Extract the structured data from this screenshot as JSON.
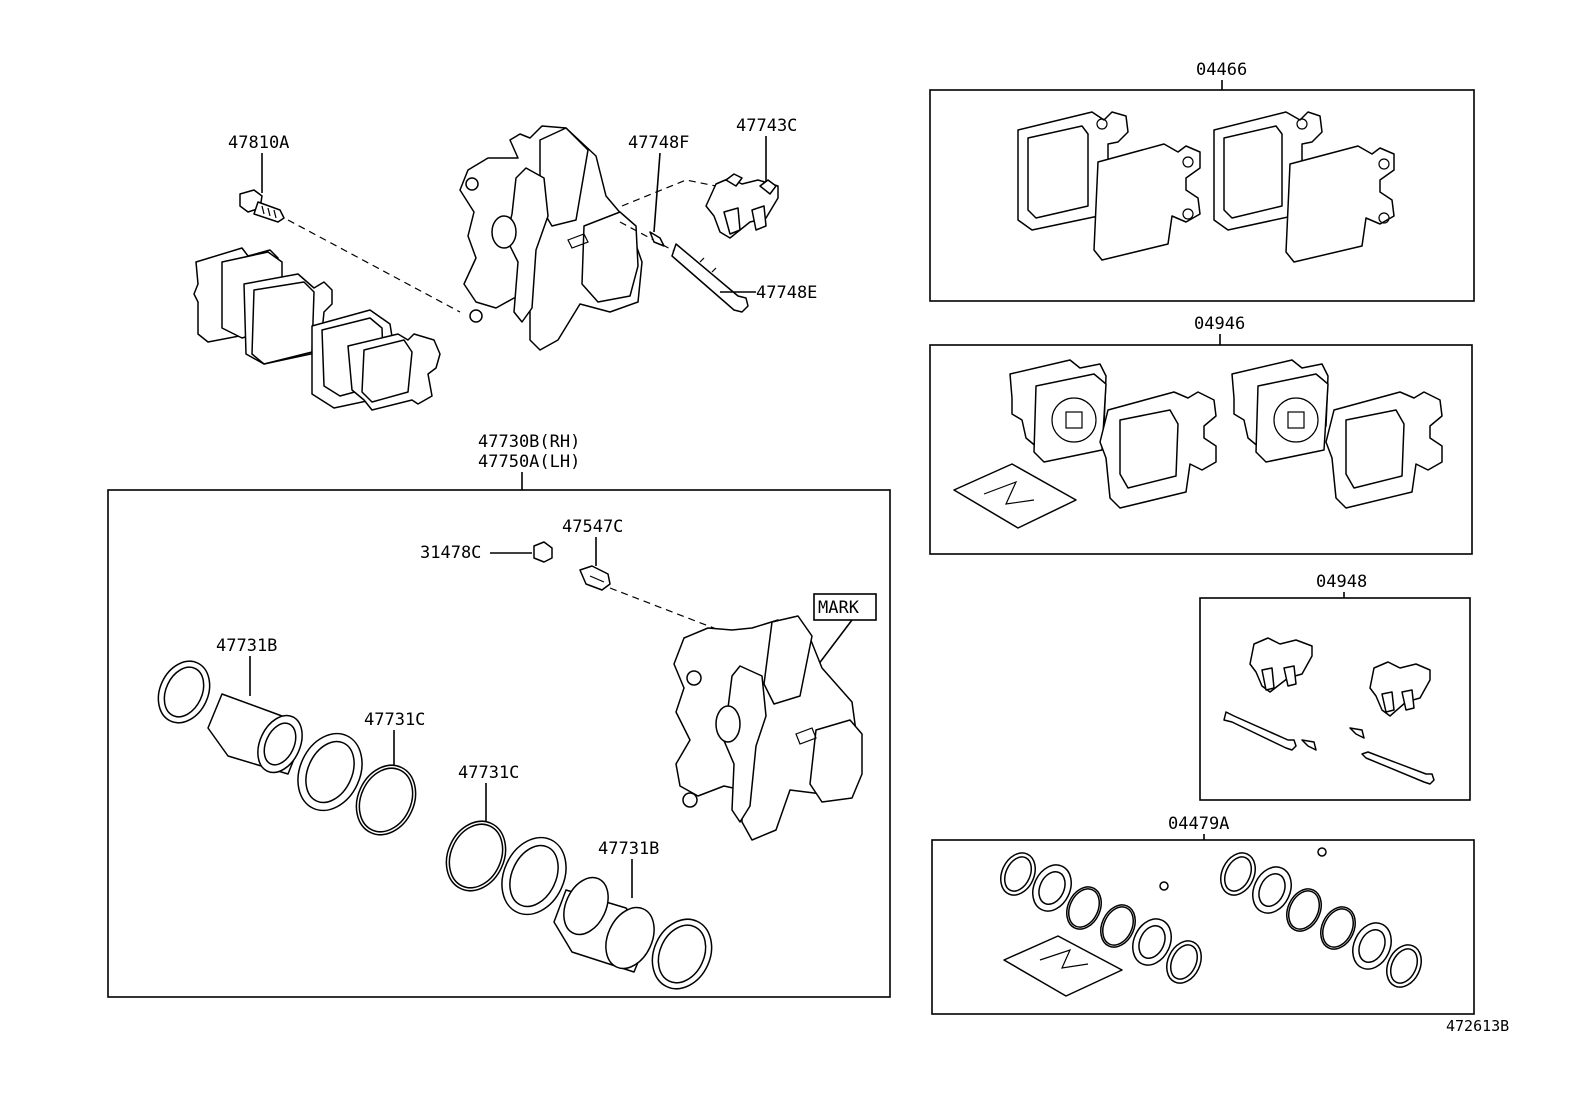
{
  "labels": {
    "l47810A": "47810A",
    "l47748F": "47748F",
    "l47743C": "47743C",
    "l47748E": "47748E",
    "l47730B": "47730B(RH)",
    "l47750A": "47750A(LH)",
    "l31478C": "31478C",
    "l47547C": "47547C",
    "mark": "MARK",
    "l47731B_a": "47731B",
    "l47731C_a": "47731C",
    "l47731C_b": "47731C",
    "l47731B_b": "47731B",
    "k04466": "04466",
    "k04946": "04946",
    "k04948": "04948",
    "k04479A": "04479A",
    "code": "472613B"
  }
}
